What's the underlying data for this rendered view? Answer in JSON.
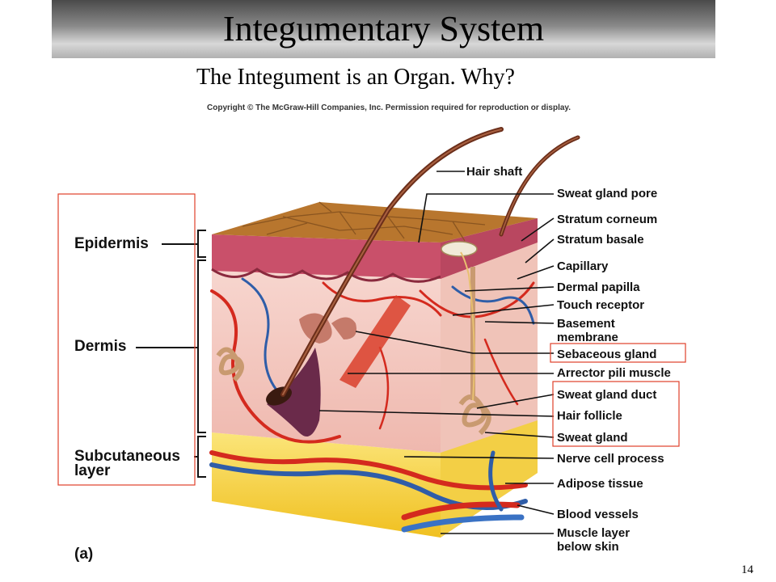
{
  "slide": {
    "title": "Integumentary System",
    "subtitle": "The Integument is an Organ.  Why?",
    "copyright": "Copyright © The McGraw-Hill Companies, Inc. Permission required for reproduction or display.",
    "page_number": "14",
    "figure_tag": "(a)"
  },
  "layers": {
    "epidermis": "Epidermis",
    "dermis": "Dermis",
    "subcutaneous_line1": "Subcutaneous",
    "subcutaneous_line2": "layer"
  },
  "labels": {
    "hair_shaft": "Hair shaft",
    "sweat_gland_pore": "Sweat gland pore",
    "stratum_corneum": "Stratum corneum",
    "stratum_basale": "Stratum basale",
    "capillary": "Capillary",
    "dermal_papilla": "Dermal papilla",
    "touch_receptor": "Touch receptor",
    "basement_membrane_line1": "Basement",
    "basement_membrane_line2": "membrane",
    "sebaceous_gland": "Sebaceous gland",
    "arrector_pili_muscle": "Arrector pili muscle",
    "sweat_gland_duct": "Sweat gland duct",
    "hair_follicle": "Hair follicle",
    "sweat_gland": "Sweat gland",
    "nerve_cell_process": "Nerve cell process",
    "adipose_tissue": "Adipose tissue",
    "blood_vessels": "Blood vessels",
    "muscle_layer_line1": "Muscle layer",
    "muscle_layer_line2": "below skin"
  },
  "colors": {
    "highlight_box": "#e0402a",
    "hair": "#6b2e1a",
    "artery": "#d42a1e",
    "vein": "#2f5da8",
    "fat": "#f5d23c",
    "dermis": "#f4c9c2",
    "epidermis_top": "#b8762e"
  }
}
